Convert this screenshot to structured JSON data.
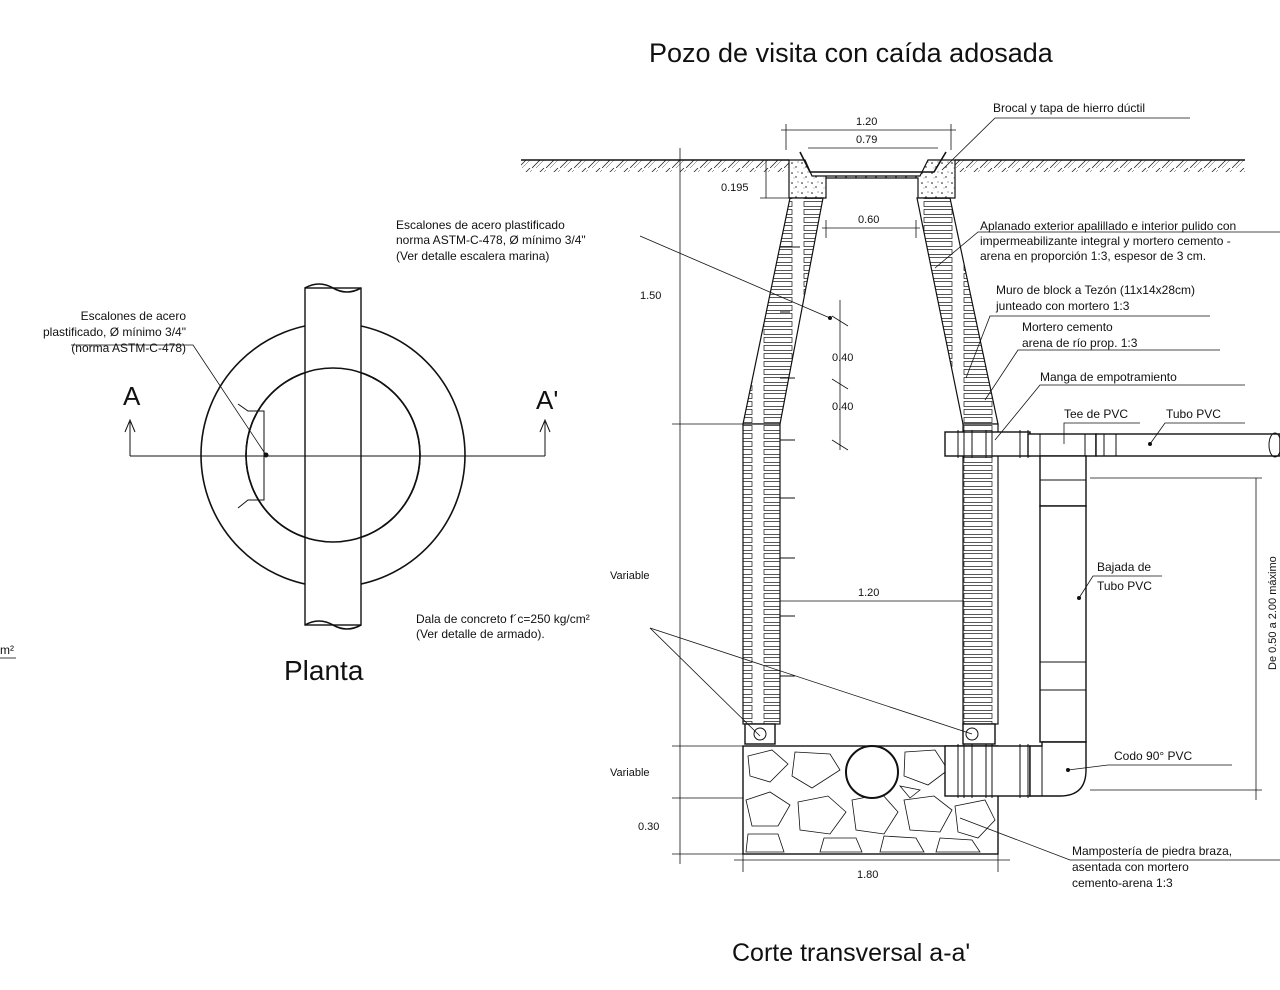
{
  "titles": {
    "main": "Pozo de visita con caída adosada",
    "plan": "Planta",
    "section": "Corte transversal a-a'"
  },
  "plan": {
    "label_A": "A",
    "label_A_prime": "A'",
    "steps_note": [
      "Escalones de acero",
      "plastificado, Ø mínimo 3/4\"",
      "(norma ASTM-C-478)"
    ],
    "cut_unit": "m²"
  },
  "section": {
    "dims": {
      "top_width": "1.20",
      "cover_width": "0.79",
      "neck_height": "0.195",
      "neck_opening": "0.60",
      "cone_height": "1.50",
      "step_spacing_1": "0.40",
      "step_spacing_2": "0.40",
      "shaft_height": "Variable",
      "inner_width": "1.20",
      "base_height": "Variable",
      "slab_height": "0.30",
      "base_width": "1.80",
      "drop_height": "De 0.50 a 2.00 máximo"
    },
    "labels": {
      "brocal": "Brocal y tapa  de hierro dúctil",
      "steps": [
        "Escalones de acero plastificado",
        "norma ASTM-C-478, Ø mínimo 3/4\"",
        "(Ver detalle escalera marina)"
      ],
      "aplanado": [
        "Aplanado exterior apalillado e interior pulido con",
        "impermeabilizante integral y mortero cemento -",
        "arena en proporción 1:3, espesor de  3 cm."
      ],
      "muro": [
        "Muro de block a Tezón (11x14x28cm)",
        "junteado con mortero 1:3"
      ],
      "mortero": [
        "Mortero cemento",
        "arena de río prop. 1:3"
      ],
      "manga": "Manga de empotramiento",
      "tee": "Tee de PVC",
      "tubo": "Tubo PVC",
      "bajada": [
        "Bajada de",
        "Tubo PVC"
      ],
      "codo": "Codo 90° PVC",
      "dala": [
        "Dala de concreto f´c=250 kg/cm²",
        "(Ver detalle de armado)."
      ],
      "mamposteria": [
        "Mampostería de piedra braza,",
        "asentada con mortero",
        "cemento-arena 1:3"
      ]
    }
  }
}
